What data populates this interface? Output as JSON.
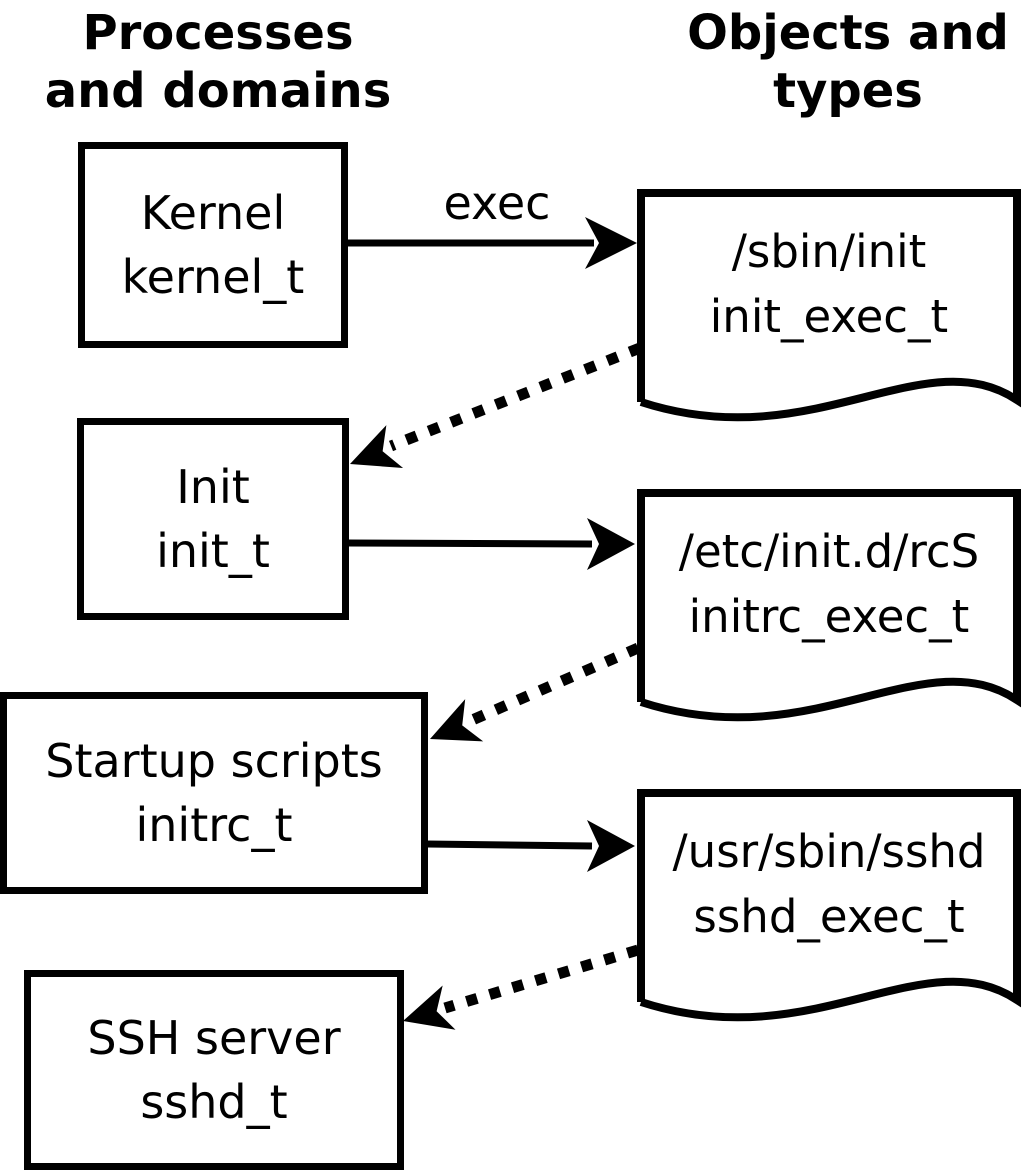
{
  "colors": {
    "ink": "#000000",
    "background": "#ffffff"
  },
  "headers": {
    "left": {
      "line1": "Processes",
      "line2": "and domains"
    },
    "right": {
      "line1": "Objects and",
      "line2": "types"
    }
  },
  "process_boxes": [
    {
      "name": "Kernel",
      "domain": "kernel_t"
    },
    {
      "name": "Init",
      "domain": "init_t"
    },
    {
      "name": "Startup scripts",
      "domain": "initrc_t"
    },
    {
      "name": "SSH server",
      "domain": "sshd_t"
    }
  ],
  "object_docs": [
    {
      "path": "/sbin/init",
      "type": "init_exec_t"
    },
    {
      "path": "/etc/init.d/rcS",
      "type": "initrc_exec_t"
    },
    {
      "path": "/usr/sbin/sshd",
      "type": "sshd_exec_t"
    }
  ],
  "arrows": {
    "exec_label": "exec",
    "solid_style": "exec arrow",
    "dotted_style": "domain transition arrow"
  }
}
